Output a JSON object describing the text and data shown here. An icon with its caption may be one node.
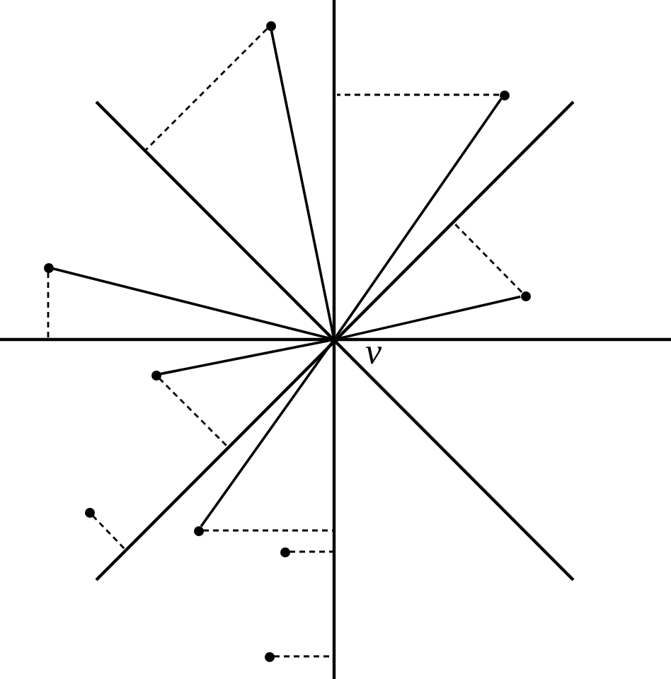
{
  "diagram": {
    "nodes": [
      {
        "text": [],
        "shape": "circle",
        "beside": [
          "v"
        ]
      },
      {
        "text": [],
        "shape": "circle"
      },
      {
        "text": [],
        "shape": "circle"
      },
      {
        "text": [],
        "shape": "circle"
      },
      {
        "text": [],
        "shape": "circle"
      },
      {
        "text": [],
        "shape": "circle"
      },
      {
        "text": [],
        "shape": "circle"
      },
      {
        "text": [],
        "shape": "circle"
      },
      {
        "text": [],
        "shape": "circle"
      },
      {
        "text": [],
        "shape": "circle"
      }
    ],
    "edges": [
      {
        "from": 1,
        "to": 0,
        "arrow": "none"
      },
      {
        "from": 2,
        "to": 0,
        "arrow": "none"
      },
      {
        "from": 3,
        "to": 0,
        "arrow": "none"
      },
      {
        "from": 4,
        "to": 0,
        "arrow": "none"
      },
      {
        "from": 5,
        "to": 0,
        "arrow": "none"
      },
      {
        "from": 6,
        "to": 0,
        "arrow": "none"
      },
      {
        "from": 1,
        "to": null,
        "arrow": "none",
        "style": "dashed"
      },
      {
        "from": 2,
        "to": null,
        "arrow": "none",
        "style": "dashed"
      },
      {
        "from": 3,
        "to": null,
        "arrow": "none",
        "style": "dashed"
      },
      {
        "from": 4,
        "to": null,
        "arrow": "none",
        "style": "dashed"
      },
      {
        "from": 5,
        "to": null,
        "arrow": "none",
        "style": "dashed"
      },
      {
        "from": 7,
        "to": null,
        "arrow": "none",
        "style": "dashed"
      },
      {
        "from": 6,
        "to": null,
        "arrow": "none",
        "style": "dashed"
      },
      {
        "from": 8,
        "to": null,
        "arrow": "none",
        "style": "dashed"
      },
      {
        "from": 9,
        "to": null,
        "arrow": "none",
        "style": "dashed"
      }
    ]
  }
}
